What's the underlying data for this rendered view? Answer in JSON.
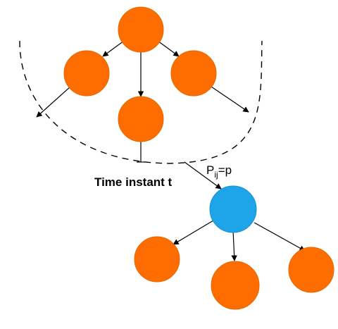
{
  "colors": {
    "orange_node": "#ff6d00",
    "blue_node": "#1ea4e9",
    "edge": "#000000",
    "boundary": "#000000"
  },
  "labels": {
    "time_instant": "Time instant t",
    "probability_base": "P",
    "probability_subscript": "ij",
    "probability_value": "=p"
  }
}
